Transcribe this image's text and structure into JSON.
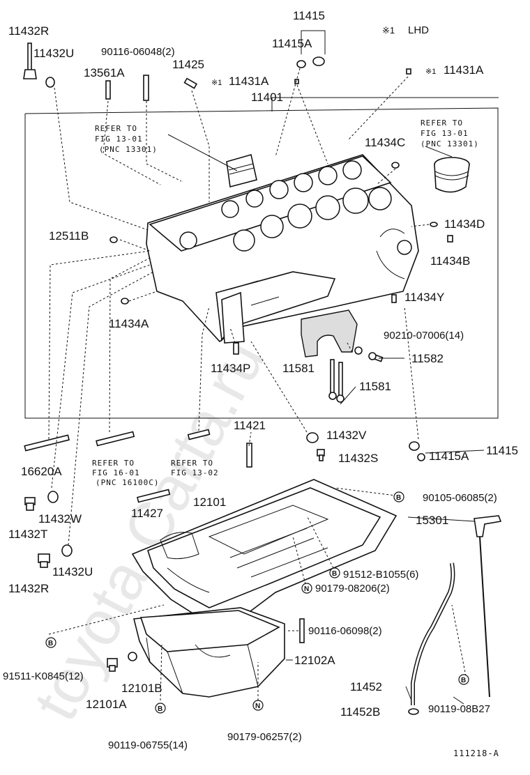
{
  "note": {
    "mark": "※1",
    "text": "LHD"
  },
  "watermark": "toyota-Carta.ru",
  "figure_number": "111218-A",
  "refs": [
    {
      "id": "ref1",
      "lines": [
        "REFER TO",
        "FIG 13-01",
        "(PNC 13301)"
      ]
    },
    {
      "id": "ref2",
      "lines": [
        "REFER TO",
        "FIG 13-01",
        "(PNC 13301)"
      ]
    },
    {
      "id": "ref3",
      "lines": [
        "REFER TO",
        "FIG 16-01",
        "(PNC 16100C)"
      ]
    },
    {
      "id": "ref4",
      "lines": [
        "REFER TO",
        "FIG 13-02"
      ]
    }
  ],
  "labels": {
    "p11432R_top": "11432R",
    "p11432U_top": "11432U",
    "p90116_06048": "90116-06048(2)",
    "p13561A": "13561A",
    "p11425": "11425",
    "p11431A_left": "11431A",
    "p11415_top": "11415",
    "p11415A_top": "11415A",
    "p11431A_right": "11431A",
    "p11401": "11401",
    "p11434C": "11434C",
    "p12511B": "12511B",
    "p11434D": "11434D",
    "p11434B": "11434B",
    "p11434Y": "11434Y",
    "p11434A": "11434A",
    "p90210_07006": "90210-07006(14)",
    "p11434P": "11434P",
    "p11581_a": "11581",
    "p11582": "11582",
    "p11581_b": "11581",
    "p11421": "11421",
    "p11432V": "11432V",
    "p11432S": "11432S",
    "p11415A_bottom": "11415A",
    "p11415_bottom": "11415",
    "p16620A": "16620A",
    "p11432W": "11432W",
    "p11432T": "11432T",
    "p11427": "11427",
    "p12101": "12101",
    "p90105_06085": "90105-06085(2)",
    "p15301": "15301",
    "p11432U_bottom": "11432U",
    "p11432R_bottom": "11432R",
    "p91512_B1055": "91512-B1055(6)",
    "p90179_08206": "90179-08206(2)",
    "p90116_06098": "90116-06098(2)",
    "p91511_K0845": "91511-K0845(12)",
    "p12102A": "12102A",
    "p12101B": "12101B",
    "p12101A": "12101A",
    "p11452": "11452",
    "p11452B": "11452B",
    "p90119_08B27": "90119-08B27",
    "p90119_06755": "90119-06755(14)",
    "p90179_06257": "90179-06257(2)"
  },
  "badges": {
    "b": "B",
    "n": "N"
  }
}
